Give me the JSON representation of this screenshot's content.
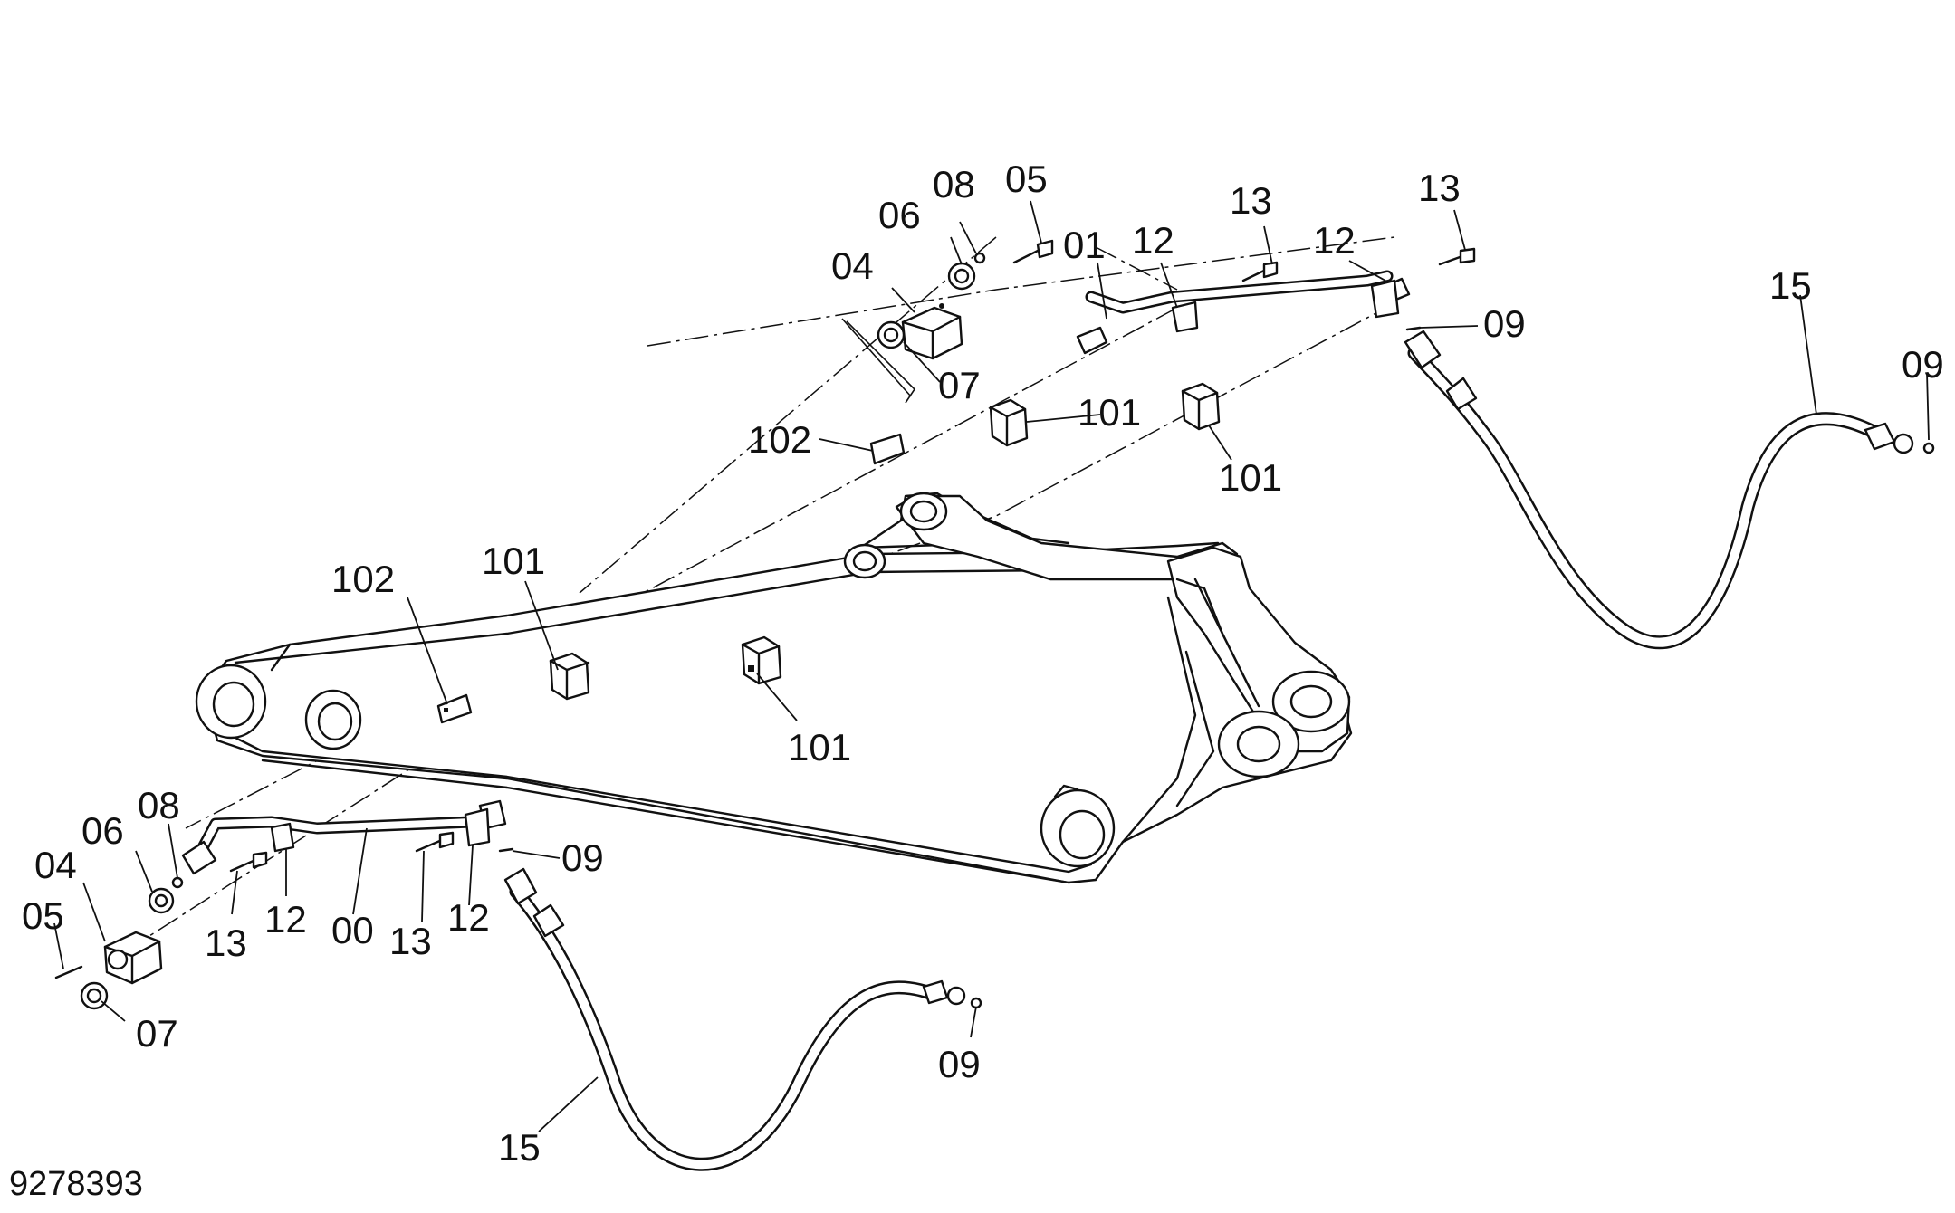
{
  "drawing_number": "9278393",
  "callouts": {
    "c01": "01",
    "c00": "00",
    "c04_top": "04",
    "c04_bottom": "04",
    "c05_top": "05",
    "c05_bottom": "05",
    "c06_top": "06",
    "c06_bottom": "06",
    "c07_top": "07",
    "c07_bottom": "07",
    "c08_top": "08",
    "c08_bottom": "08",
    "c09_top_mid": "09",
    "c09_top_right": "09",
    "c09_bottom_mid": "09",
    "c09_bottom_right": "09",
    "c12_top_a": "12",
    "c12_top_b": "12",
    "c12_bottom_a": "12",
    "c12_bottom_b": "12",
    "c13_top_a": "13",
    "c13_top_b": "13",
    "c13_bottom_a": "13",
    "c13_bottom_b": "13",
    "c15_top": "15",
    "c15_bottom": "15",
    "c101_a": "101",
    "c101_b": "101",
    "c101_c": "101",
    "c101_d": "101",
    "c102_top": "102",
    "c102_mid": "102"
  }
}
